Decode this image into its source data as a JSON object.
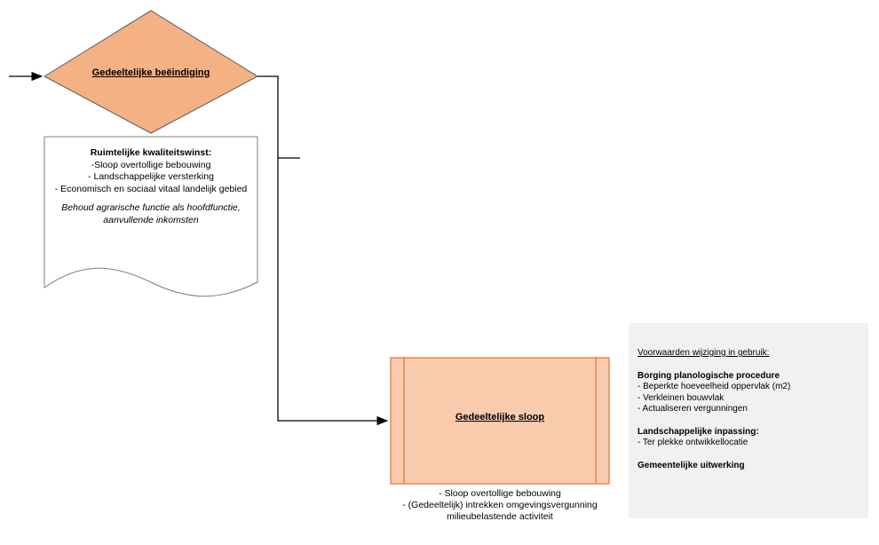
{
  "decision": {
    "label": "Gedeeltelijke beëindiging"
  },
  "document": {
    "title": "Ruimtelijke kwaliteitswinst:",
    "items": [
      "-Sloop overtollige bebouwing",
      "- Landschappelijke versterking",
      "- Economisch en sociaal vitaal landelijk gebied"
    ],
    "note": "Behoud agrarische functie als hoofdfunctie, aanvullende inkomsten"
  },
  "process": {
    "label": "Gedeeltelijke sloop",
    "notes": [
      "- Sloop overtollige bebouwing",
      "- (Gedeeltelijk) intrekken omgevingsvergunning milieubelastende activiteit"
    ]
  },
  "conditions": {
    "heading": "Voorwaarden wijziging in gebruik:",
    "sections": [
      {
        "title": "Borging planologische procedure",
        "items": [
          "- Beperkte hoeveelheid oppervlak (m2)",
          "- Verkleinen bouwvlak",
          "- Actualiseren vergunningen"
        ]
      },
      {
        "title": "Landschappelijke inpassing:",
        "items": [
          "- Ter plekke ontwikkellocatie"
        ]
      },
      {
        "title": "Gemeentelijke uitwerking",
        "items": []
      }
    ]
  },
  "colors": {
    "diamond_fill": "#f4b183",
    "process_fill": "#f8cbad",
    "process_border": "#e0733a",
    "panel_bg": "#f1f1f1"
  }
}
